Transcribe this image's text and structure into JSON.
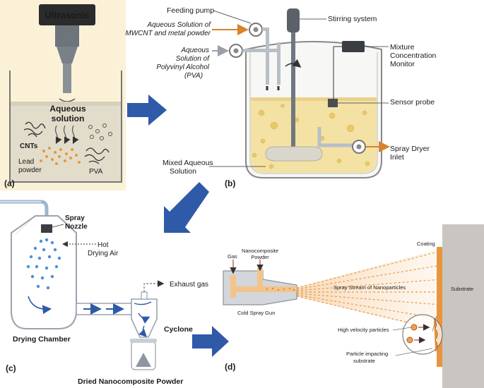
{
  "panels": {
    "a": {
      "tag": "(a)",
      "ultrasonic": "Ultrasonic",
      "solution_line1": "Aqueous",
      "solution_line2": "solution",
      "cnts": "CNTs",
      "lead_line1": "Lead",
      "lead_line2": "powder",
      "pva": "PVA"
    },
    "b": {
      "tag": "(b)",
      "feeding_pump": "Feeding pump",
      "mwcnt_line1": "Aqueous Solution of",
      "mwcnt_line2": "MWCNT and metal powder",
      "pva_line1": "Aqueous",
      "pva_line2": "Solution of",
      "pva_line3": "Polyvinyl Alcohol",
      "pva_line4": "(PVA)",
      "stirring": "Stirring system",
      "monitor_line1": "Mixture",
      "monitor_line2": "Concentration",
      "monitor_line3": "Monitor",
      "sensor": "Sensor probe",
      "spray_line1": "Spray Dryer",
      "spray_line2": "Inlet",
      "mixed_line1": "Mixed Aqueous",
      "mixed_line2": "Solution"
    },
    "c": {
      "tag": "(c)",
      "nozzle_line1": "Spray",
      "nozzle_line2": "Nozzle",
      "hot_line1": "Hot",
      "hot_line2": "Drying Air",
      "exhaust": "Exhaust gas",
      "chamber": "Drying Chamber",
      "cyclone": "Cyclone",
      "powder": "Dried Nanocomposite Powder"
    },
    "d": {
      "tag": "(d)",
      "gas": "Gas",
      "nano_line1": "Nanocomposite",
      "nano_line2": "Powder",
      "gun": "Cold Spray Gun",
      "stream": "Spray Stream of Nanoparticles",
      "coating": "Coating",
      "substrate": "Substrate",
      "high_velocity": "High velocity particles",
      "impact_line1": "Particle impacting",
      "impact_line2": "substrate"
    }
  },
  "colors": {
    "arrow_blue": "#2f5aa8",
    "accent_orange": "#d9822b",
    "solution_yellow": "#f3e2a3",
    "beaker_gray": "#9aa3ad",
    "panel_a_bg": "#fbf1d7"
  }
}
